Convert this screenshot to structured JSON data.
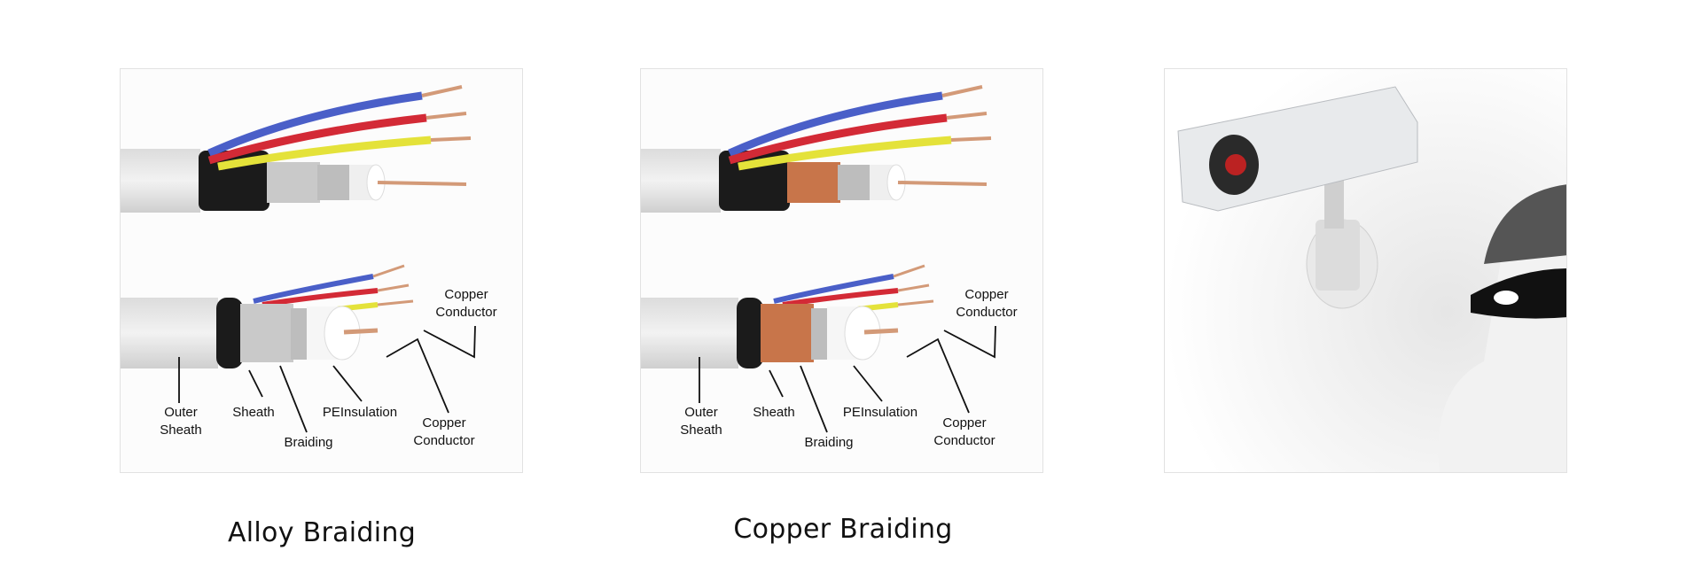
{
  "panels": [
    {
      "caption": "Alloy Braiding",
      "braid_color": "#c9c9c9",
      "labels": {
        "outer_sheath": "Outer\nSheath",
        "sheath": "Sheath",
        "braiding": "Braiding",
        "pe_insulation": "PEInsulation",
        "copper_conductor_1": "Copper\nConductor",
        "copper_conductor_2": "Copper\nConductor"
      }
    },
    {
      "caption": "Copper Braiding",
      "braid_color": "#c8754a",
      "labels": {
        "outer_sheath": "Outer\nSheath",
        "sheath": "Sheath",
        "braiding": "Braiding",
        "pe_insulation": "PEInsulation",
        "copper_conductor_1": "Copper\nConductor",
        "copper_conductor_2": "Copper\nConductor"
      }
    }
  ],
  "colors": {
    "blue_wire": "#4a5fc8",
    "red_wire": "#d32a36",
    "yellow_wire": "#e4e23a",
    "copper": "#d39a78"
  }
}
